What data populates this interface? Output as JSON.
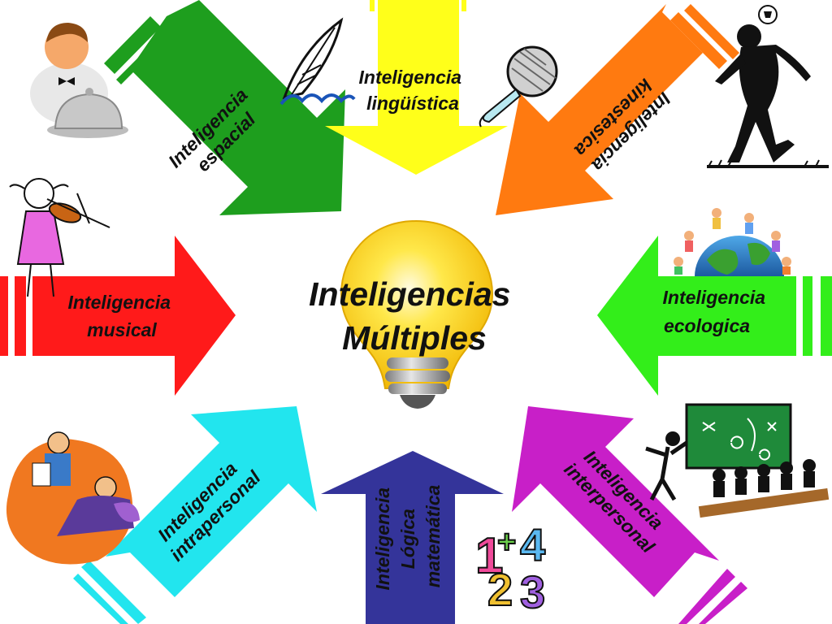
{
  "center": {
    "line1": "Inteligencias",
    "line2": "Múltiples"
  },
  "arrows": {
    "espacial": {
      "line1": "Inteligencia",
      "line2": "espacial",
      "color": "#1e9e1e"
    },
    "linguistica": {
      "line1": "Inteligencia",
      "line2": "lingüística",
      "color": "#ffff1a"
    },
    "kinestesica": {
      "line1": "Inteligencia",
      "line2": "kinestesica",
      "color": "#ff7a10"
    },
    "musical": {
      "line1": "Inteligencia",
      "line2": "musical",
      "color": "#ff1a1a"
    },
    "ecologica": {
      "line1": "Inteligencia",
      "line2": "ecologica",
      "color": "#33ee1a"
    },
    "intrapersonal": {
      "line1": "Inteligencia",
      "line2": "intrapersonal",
      "color": "#22e5ee"
    },
    "logica": {
      "line1": "Inteligencia",
      "line2": "Lógica",
      "line3": "matemática",
      "color": "#34349a"
    },
    "interpersonal": {
      "line1": "Inteligencia",
      "line2": "interpersonal",
      "color": "#c81fc8"
    }
  },
  "bulb": {
    "glass": "#ffd400",
    "base": "#a8a8a8"
  }
}
